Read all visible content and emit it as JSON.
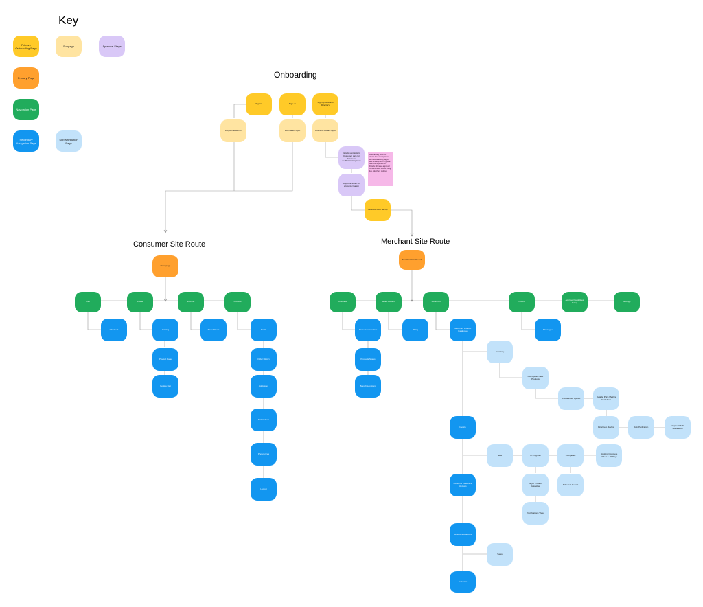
{
  "headings": {
    "key": "Key",
    "onboarding": "Onboarding",
    "consumer": "Consumer Site Route",
    "merchant": "Merchant Site Route"
  },
  "colors": {
    "primary_onboarding": "#FFCA28",
    "subpage": "#FFE4A1",
    "approval": "#D9C8F7",
    "primary": "#FFA02E",
    "navigation": "#21AC5C",
    "secondary": "#1296F0",
    "sub_navigation": "#C2E2FA",
    "sticky_note": "#F6B8E8"
  },
  "key": {
    "primary_onboarding": "Primary Onboarding Page",
    "subpage": "Subpage",
    "approval": "Approval Stage",
    "primary": "Primary Page",
    "navigation": "Navigation Page",
    "secondary": "Secondary Navigation Page",
    "sub_navigation": "Sub Navigation Page"
  },
  "onboarding": {
    "sign_in": "Sign in",
    "sign_up": "Sign up",
    "sign_up_business": "Sign up Business Directory",
    "forgot_password": "Forgot Password?",
    "information_input": "Information input",
    "business_details": "Business Details Input",
    "approval_1": "Details sent to HFs Customer care for business verification/approval",
    "approval_2": "Approval email for account creation",
    "seller_account_setup": "Seller Account Set-up",
    "note": "Alternatively, HomFix clients have the option to set their directory pages and online profile to give a dashboard presence. Details still need approval from the team before going live. Merchant Vetting"
  },
  "consumer": {
    "homepage": "Homepage",
    "cart": "Cart",
    "browse": "Browse",
    "wishlist": "Wishlist",
    "account": "Account",
    "checkout": "Checkout",
    "catalog": "Catalog",
    "product_page": "Product Page",
    "book_a_visit": "Book a visit",
    "saved_items": "Saved Items",
    "profile": "Profile",
    "order_history": "Order History",
    "addresses": "Addresses",
    "notifications": "Notifications",
    "preferences": "Preferences",
    "logout": "Logout"
  },
  "merchant": {
    "dashboard": "Merchant Dashboard",
    "overview": "Overview",
    "seller_account": "Seller Account",
    "storefront": "Storefront",
    "orders": "Orders",
    "approval_guidelines": "Approval Guidelines Policy",
    "settings": "Settings",
    "account_information": "Account Information",
    "products_stores": "Products/Stores",
    "branch_locations": "Branch Locations",
    "billing": "Billing",
    "storefront_sub": "Storefront Product Catalogue",
    "messages": "Messages",
    "inventory": "Inventory",
    "add_update_products": "Add/Update New Products",
    "photo_video_upload": "Photo/Video Upload",
    "details_upload": "Details: Price Metrics Guidelines",
    "final_review": "Final Item Review",
    "ask_publication": "Ask Publication",
    "approval_notification": "Approval/Edit Notification",
    "invoice": "Invoice",
    "new": "New",
    "in_progress": "In Progress",
    "completed": "Completed",
    "booking_complete": "Booking Complete Orders + 30 Days",
    "buyer_product_guideline": "Buyer Product Guideline",
    "schedule_report": "Schedule Report",
    "notifications_view": "Notifications View",
    "customer_feedback": "Customer Feedback Reviews",
    "reports_analytics": "Reports & Analytics",
    "sales": "Sales",
    "calendar": "Calendar"
  }
}
